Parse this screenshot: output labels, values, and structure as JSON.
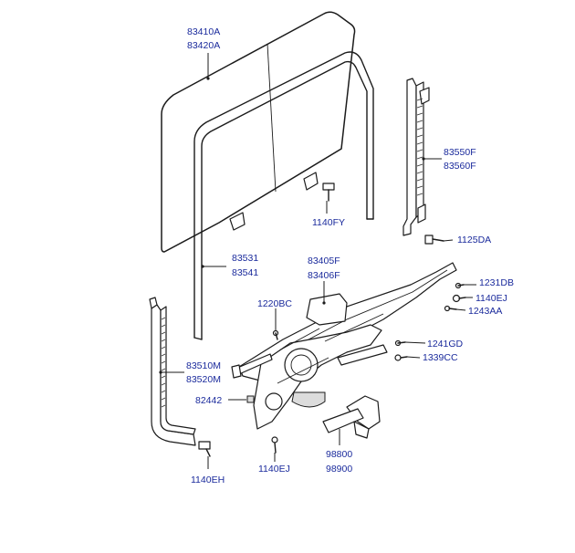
{
  "labels": {
    "glass_1": "83410A",
    "glass_2": "83420A",
    "bolt_1140fy": "1140FY",
    "rear_channel_1": "83550F",
    "rear_channel_2": "83560F",
    "bolt_1125da": "1125DA",
    "run_channel_1": "83531",
    "run_channel_2": "83541",
    "regulator_1": "83405F",
    "regulator_2": "83406F",
    "screw_1231db": "1231DB",
    "screw_1140ej_right": "1140EJ",
    "screw_1243aa": "1243AA",
    "screw_1220bc": "1220BC",
    "screw_1241gd": "1241GD",
    "screw_1339cc": "1339CC",
    "front_channel_1": "83510M",
    "front_channel_2": "83520M",
    "clip_82442": "82442",
    "motor_1": "98800",
    "motor_2": "98900",
    "bolt_1140eh": "1140EH",
    "bolt_1140ej_bottom": "1140EJ"
  }
}
